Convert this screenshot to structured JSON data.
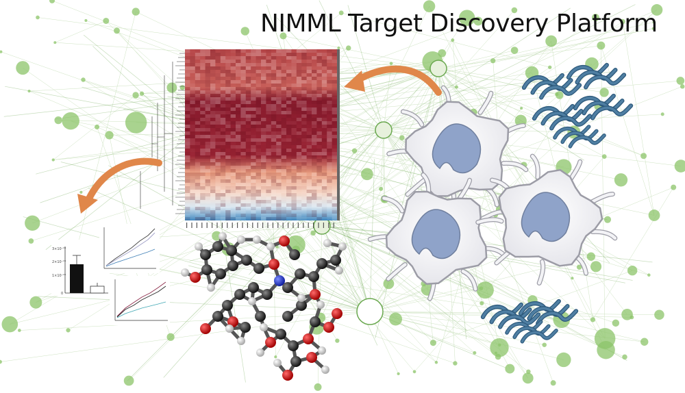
{
  "title": "NIMML Target Discovery Platform",
  "colors": {
    "network_edge": "#8fbf73",
    "network_node": "#8cc46a",
    "heatmap_high": "#8b1a2b",
    "heatmap_mid": "#f0c2a8",
    "heatmap_low": "#3f88c0",
    "arrow": "#e0874a",
    "cell_body": "#eeeef2",
    "cell_nucleus": "#8fa3c9",
    "protein": "#4f7fa3"
  },
  "bar_chart": {
    "y_ticks": [
      "3×10⁻⁰⁵",
      "2×10⁻⁰⁵",
      "1×10⁻⁰⁵",
      "0"
    ]
  },
  "icons": [
    "heatmap-icon",
    "molecule-icon",
    "cell-icon",
    "protein-icon",
    "network-icon"
  ]
}
